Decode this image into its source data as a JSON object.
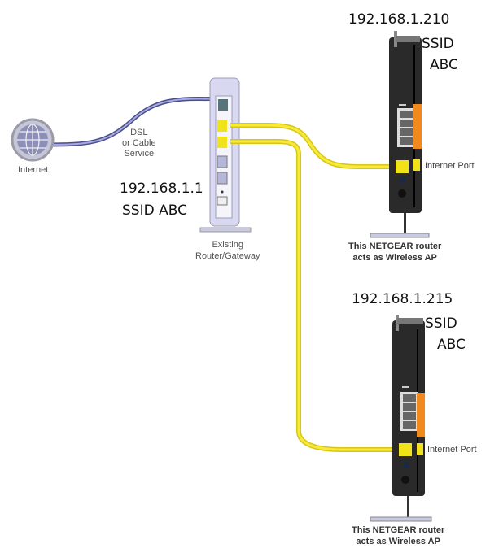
{
  "internet": {
    "label": "Internet",
    "icon": "globe-icon"
  },
  "service_label": [
    "DSL",
    "or Cable",
    "Service"
  ],
  "gateway": {
    "ip": "192.168.1.1",
    "ssid": "SSID ABC",
    "caption": [
      "Existing",
      "Router/Gateway"
    ]
  },
  "access_points": [
    {
      "ip": "192.168.1.210",
      "ssid_label": "SSID",
      "ssid_value": "ABC",
      "port_label": "Internet Port",
      "caption": [
        "This NETGEAR router",
        "acts as Wireless AP"
      ]
    },
    {
      "ip": "192.168.1.215",
      "ssid_label": "SSID",
      "ssid_value": "ABC",
      "port_label": "Internet Port",
      "caption": [
        "This NETGEAR router",
        "acts as Wireless AP"
      ]
    }
  ],
  "colors": {
    "ethernet_cable": "#f2e21a",
    "dsl_cable": "#5a5f9e",
    "router_body": "#2a2a2a",
    "gateway_body": "#d8d9f0",
    "lan_accent": "#f08a1c"
  }
}
